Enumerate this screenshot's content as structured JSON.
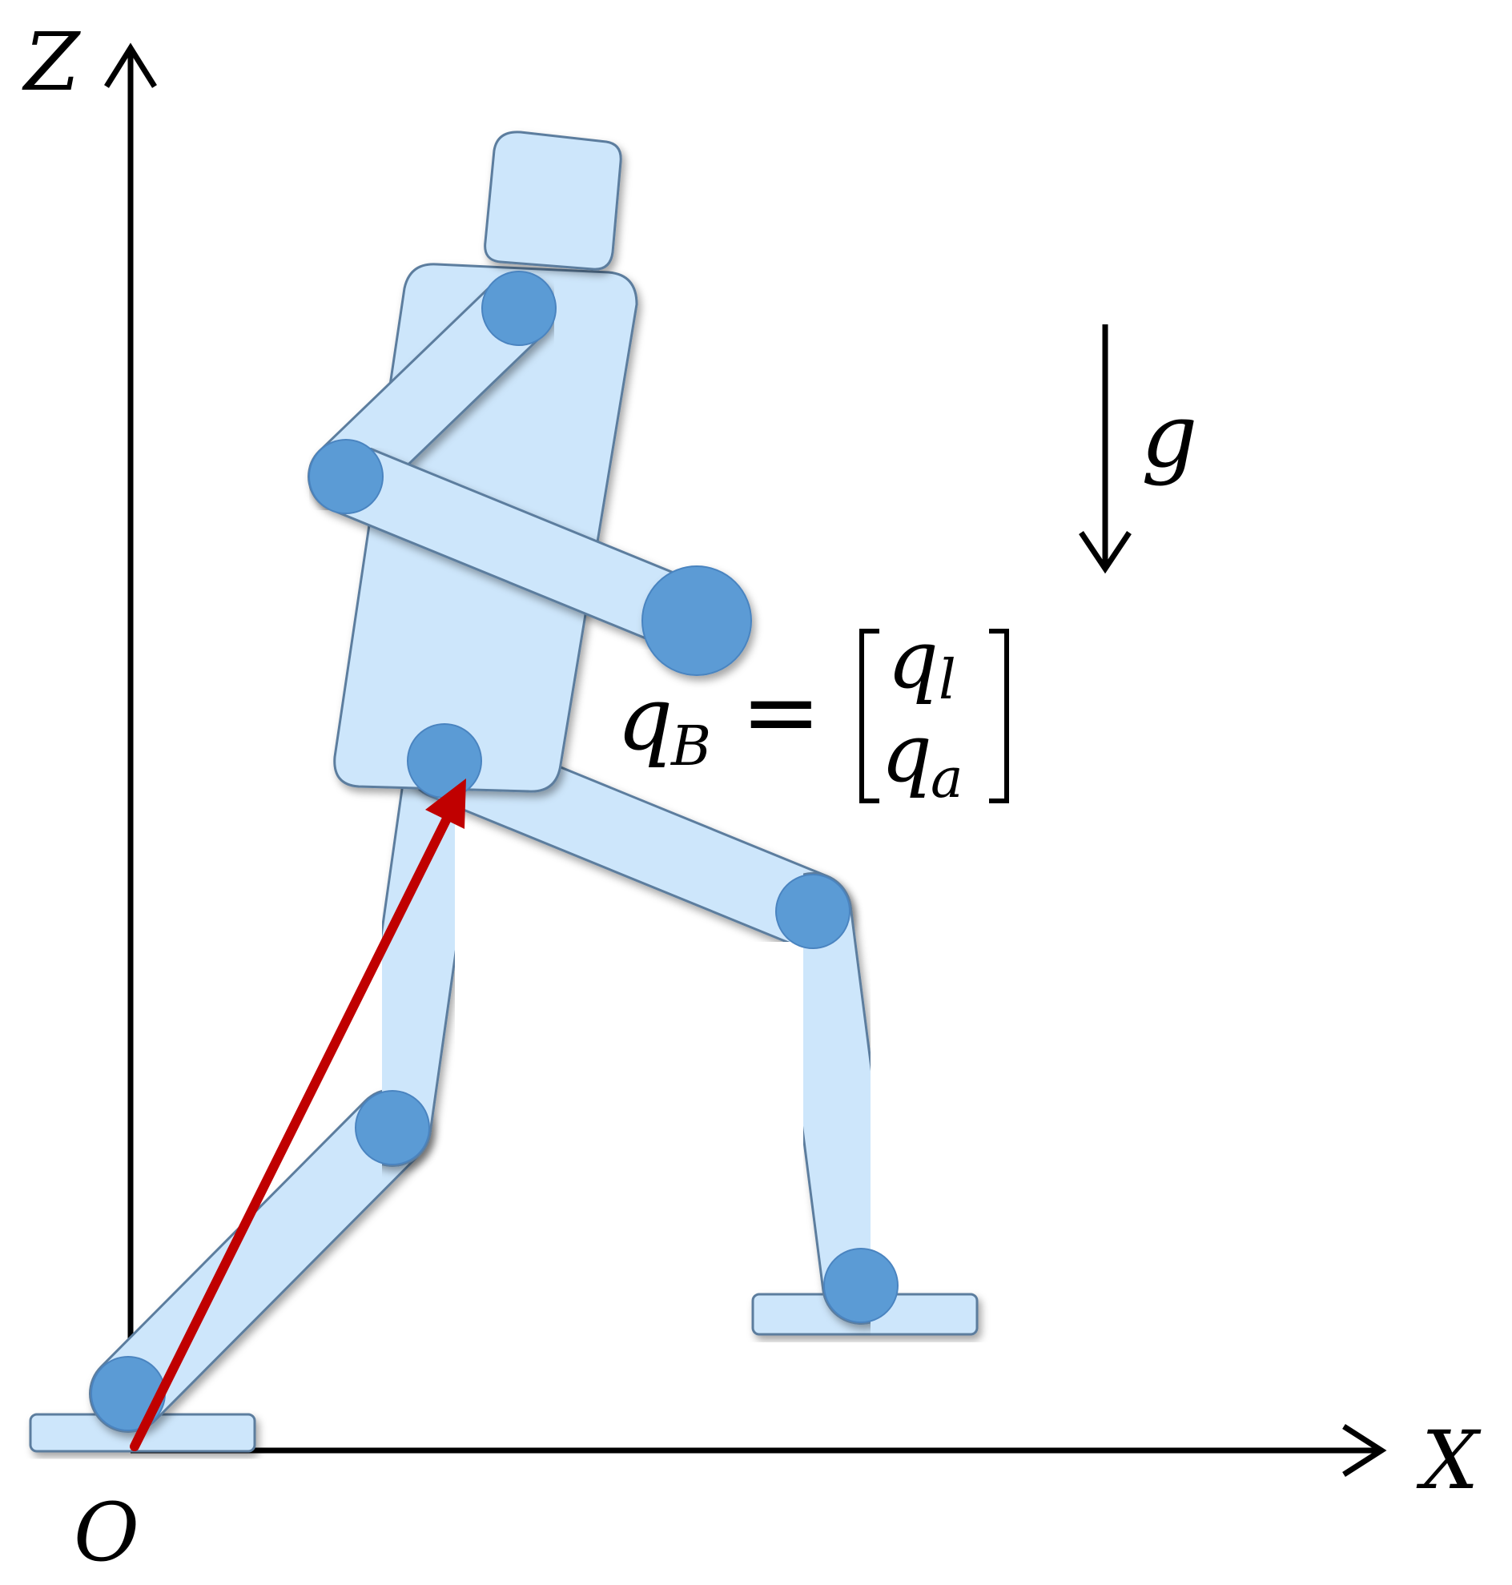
{
  "labels": {
    "z_axis": "Z",
    "x_axis": "X",
    "origin": "O",
    "gravity": "g",
    "q_base": "q",
    "q_base_sub": "B",
    "equals": "=",
    "q_top": "q",
    "q_top_sub": "l",
    "q_bottom": "q",
    "q_bottom_sub": "a"
  },
  "colors": {
    "body_fill": "#cde6fb",
    "body_stroke": "#5b7d9e",
    "joint_fill": "#5b9bd5",
    "joint_stroke": "#4a84c0",
    "vector": "#c00000",
    "axis": "#000000"
  }
}
